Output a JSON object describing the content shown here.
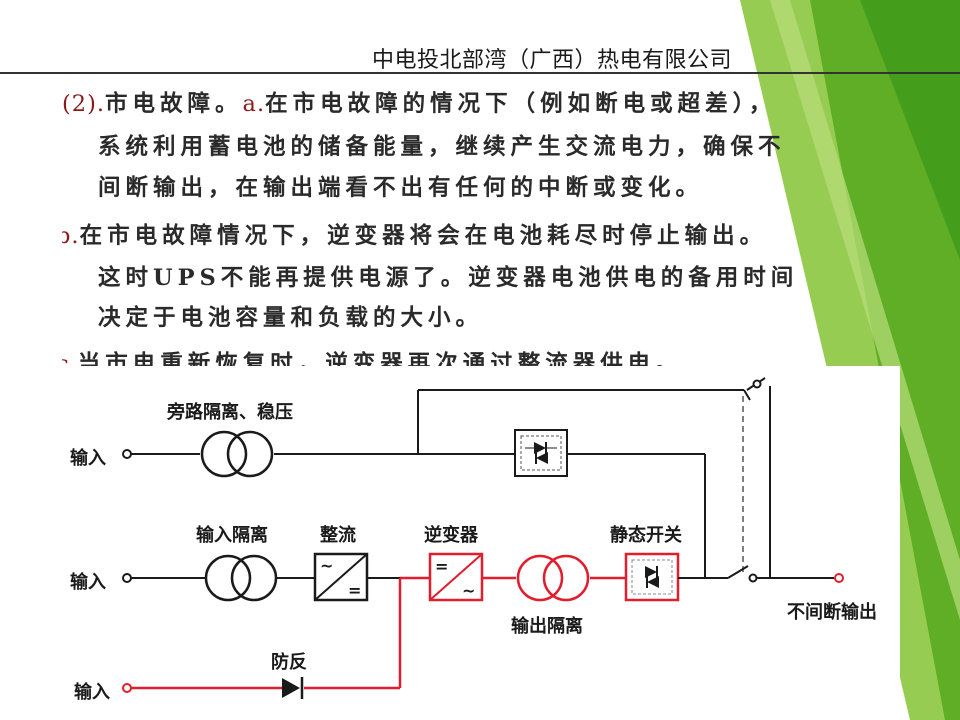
{
  "header": {
    "company": "中电投北部湾（广西）热电有限公司"
  },
  "content": {
    "lines": [
      {
        "marker": "(2).",
        "text": "市电故障。"
      },
      {
        "marker": "a.",
        "text": "在市电故障的情况下（例如断电或超差），"
      },
      {
        "text": "系统利用蓄电池的储备能量，继续产生交流电力，确保不"
      },
      {
        "text": "间断输出，在输出端看不出有任何的中断或变化。"
      },
      {
        "marker": "b.",
        "text": "在市电故障情况下，逆变器将会在电池耗尽时停止输出。"
      },
      {
        "text": "这时UPS不能再提供电源了。逆变器电池供电的备用时间"
      },
      {
        "text": "决定于电池容量和负载的大小。"
      },
      {
        "marker": "c.",
        "text": "当市电重新恢复时，逆变器再次通过整流器供电。"
      }
    ]
  },
  "diagram": {
    "labels": {
      "bypass": "旁路隔离、稳压",
      "input1": "输入",
      "input_isolation": "输入隔离",
      "rectifier": "整流",
      "inverter": "逆变器",
      "static_switch": "静态开关",
      "input2": "输入",
      "output_isolation": "输出隔离",
      "ups_output": "不间断输出",
      "anti_reverse": "防反",
      "input3": "输入"
    },
    "symbols": {
      "rectifier_ac": "~",
      "rectifier_dc": "=",
      "inverter_dc": "=",
      "inverter_ac": "~"
    },
    "colors": {
      "active_path": "#e01e2e",
      "normal_path": "#1a1a1a",
      "green_dark": "#3f9a1a",
      "green_light": "#8cc63f"
    }
  }
}
